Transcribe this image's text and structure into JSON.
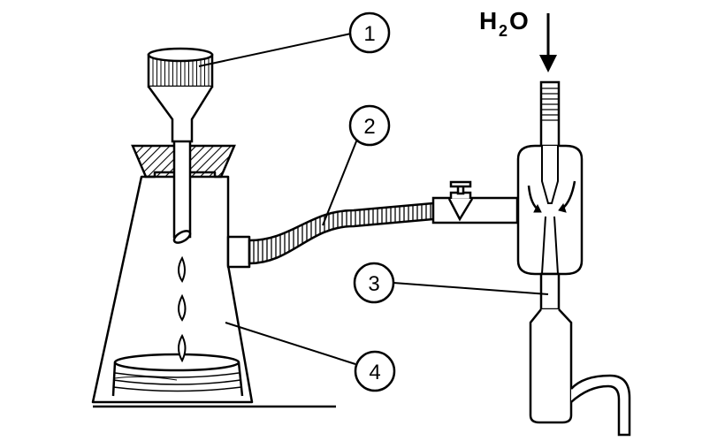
{
  "labels": {
    "one": "1",
    "two": "2",
    "three": "3",
    "four": "4"
  },
  "water": {
    "symbol": "H",
    "subscript": "2",
    "tail": "O"
  },
  "colors": {
    "line": "#000000",
    "background": "#ffffff"
  }
}
